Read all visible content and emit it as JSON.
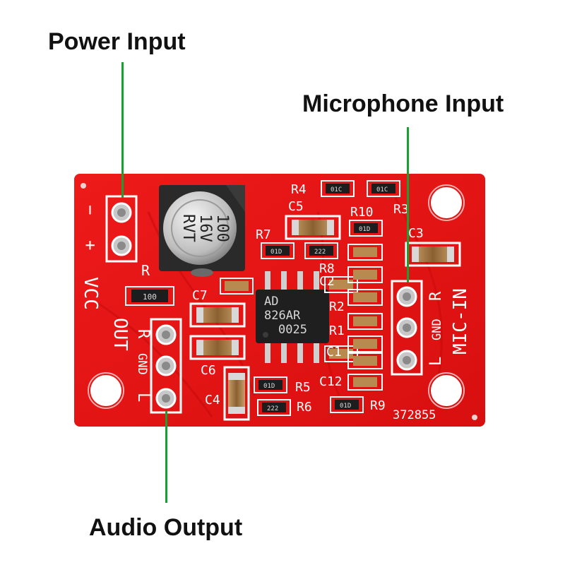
{
  "callouts": {
    "power": "Power Input",
    "microphone": "Microphone Input",
    "audio": "Audio Output"
  },
  "colors": {
    "pcb": "#e21414",
    "leader": "#1aa032",
    "silkscreen": "#ffffff"
  },
  "silkscreen": {
    "minus": "−",
    "plus": "+",
    "vcc": "VCC",
    "out": "OUT",
    "r_out": "R",
    "gnd_out": "GND",
    "l_out": "L",
    "mic_in": "MIC-IN",
    "r_in": "R",
    "gnd_in": "GND",
    "l_in": "L",
    "r_label": "R",
    "serial": "372855",
    "refs": {
      "r4": "R4",
      "r3": "R3",
      "r10": "R10",
      "r7": "R7",
      "r8": "R8",
      "r2": "R2",
      "r1": "R1",
      "r5": "R5",
      "r6": "R6",
      "r9": "R9",
      "c5": "C5",
      "c3": "C3",
      "c7": "C7",
      "c2": "C2",
      "c1": "C1",
      "c6": "C6",
      "c4": "C4",
      "c12": "C12"
    }
  },
  "capacitor": {
    "line1": "100",
    "line2": "16V",
    "line3": "RVT"
  },
  "chip": {
    "line1": "AD",
    "line2": "826AR",
    "line3": "0025"
  },
  "resistor_codes": {
    "r": "100",
    "r7": "01D",
    "r8": "222",
    "r4": "01C",
    "r3": "01C",
    "r10": "01D",
    "r5": "01D",
    "r6": "222",
    "r9": "01D"
  }
}
